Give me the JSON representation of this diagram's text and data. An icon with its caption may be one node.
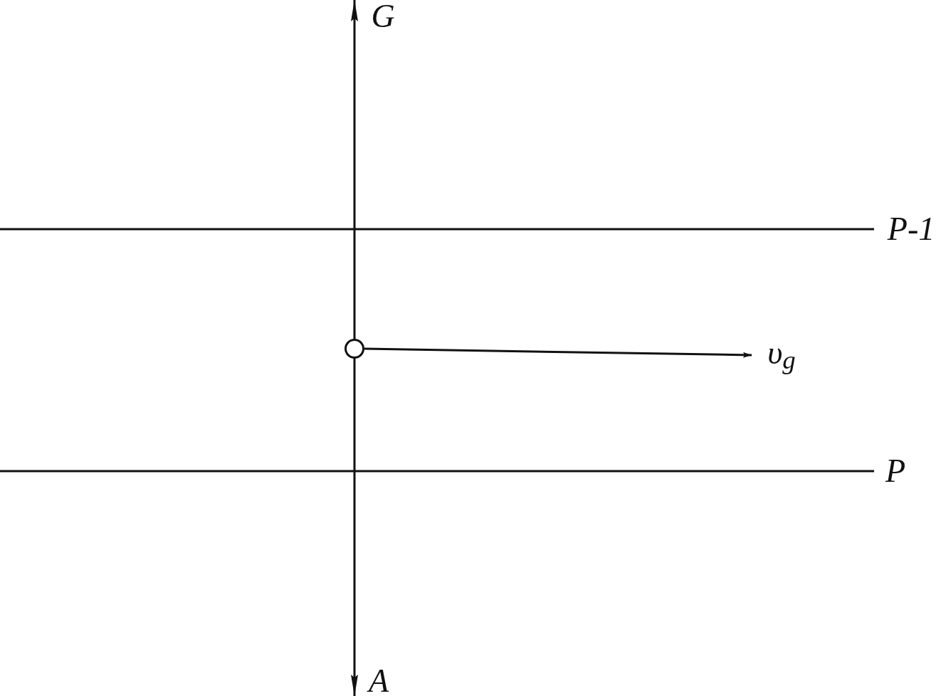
{
  "diagram": {
    "nodes": [
      {
        "text": [
          "G"
        ]
      },
      {
        "text": [
          "A"
        ]
      },
      {
        "text": [],
        "shape": "circle"
      },
      {
        "text": [
          "υ$_{g}$"
        ]
      },
      {
        "text": [
          "P-1"
        ]
      },
      {
        "text": [
          "P"
        ]
      }
    ],
    "edges": [
      {
        "from": 2,
        "to": 0,
        "arrow": "to"
      },
      {
        "from": 2,
        "to": 1,
        "arrow": "to"
      },
      {
        "from": 2,
        "to": 3,
        "arrow": "to"
      },
      {
        "from": null,
        "to": 4,
        "arrow": "none"
      },
      {
        "from": null,
        "to": 5,
        "arrow": "none"
      }
    ]
  }
}
